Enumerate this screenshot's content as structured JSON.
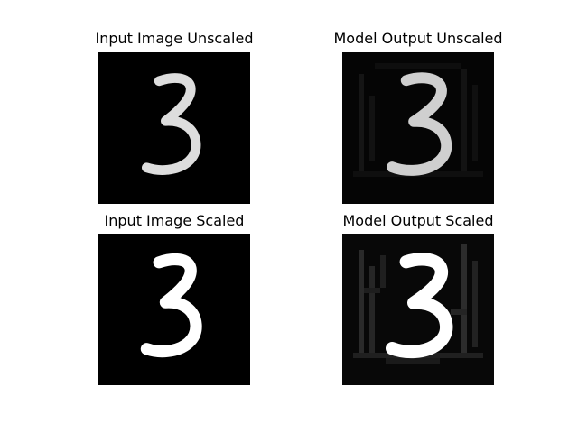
{
  "figure": {
    "panels": [
      {
        "title": "Input Image Unscaled",
        "image": "mnist-digit-3-input-unscaled"
      },
      {
        "title": "Model Output Unscaled",
        "image": "mnist-digit-3-output-unscaled"
      },
      {
        "title": "Input Image Scaled",
        "image": "mnist-digit-3-input-scaled"
      },
      {
        "title": "Model Output Scaled",
        "image": "mnist-digit-3-output-scaled"
      }
    ]
  }
}
